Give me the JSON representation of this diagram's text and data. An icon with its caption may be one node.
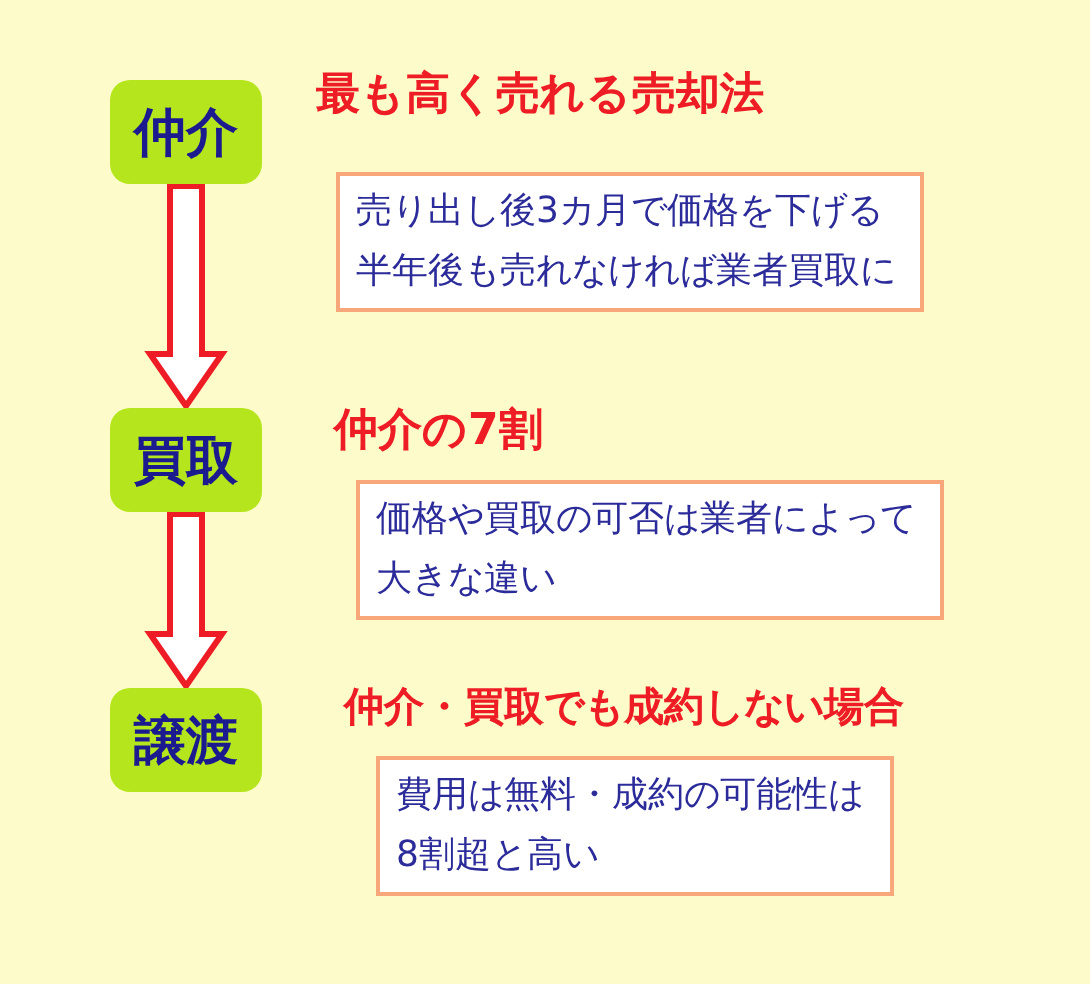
{
  "diagram": {
    "nodes": [
      {
        "text": [
          "仲介"
        ]
      },
      {
        "text": [
          "売り出し後3カ月で価格を下げる半年後も売れなければ業者買取に"
        ],
        "beside": [
          "最も高く売れる売却法"
        ]
      },
      {
        "text": [
          "買取"
        ]
      },
      {
        "text": [
          "価格や買取の可否は業者によって大きな違い"
        ],
        "beside": [
          "仲介の7割"
        ]
      },
      {
        "text": [
          "譲渡"
        ]
      },
      {
        "text": [
          "費用は無料・成約の可能性は8割超と高い"
        ],
        "beside": [
          "仲介・買取でも成約しない場合"
        ]
      }
    ],
    "edges": [
      {
        "from": 0,
        "to": 2,
        "arrow": "to"
      },
      {
        "from": 2,
        "to": 4,
        "arrow": "to"
      }
    ]
  }
}
